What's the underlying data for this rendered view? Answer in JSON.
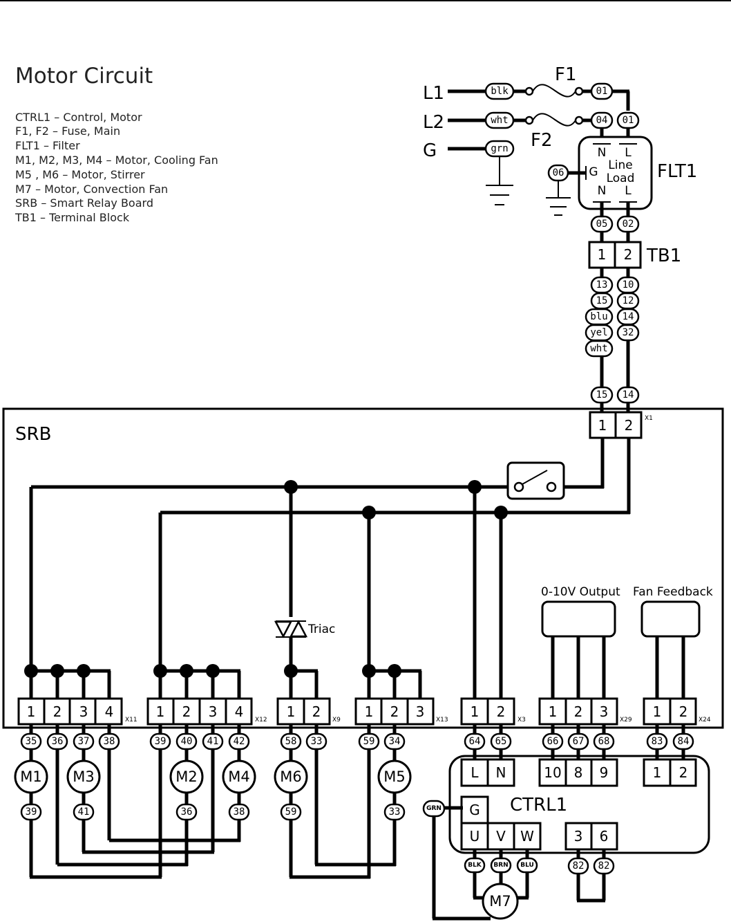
{
  "title": "Motor Circuit",
  "legend": [
    "CTRL1 – Control, Motor",
    "F1, F2 – Fuse, Main",
    "FLT1 – Filter",
    "M1, M2, M3, M4 – Motor, Cooling Fan",
    "M5 , M6 – Motor, Stirrer",
    "M7 – Motor, Convection Fan",
    "SRB – Smart Relay Board",
    "TB1 – Terminal Block"
  ],
  "supply": {
    "l1": "L1",
    "l2": "L2",
    "g": "G",
    "f1": "F1",
    "f2": "F2",
    "wire_l1": "blk",
    "wire_l2": "wht",
    "wire_g": "grn",
    "w01a": "01",
    "w04": "04",
    "w01b": "01"
  },
  "filter": {
    "name": "FLT1",
    "n_top": "N",
    "l_top": "L",
    "line": "Line",
    "load": "Load",
    "g": "G",
    "n_bot": "N",
    "l_bot": "L",
    "w06": "06",
    "w05": "05",
    "w02": "02"
  },
  "tb1": {
    "name": "TB1",
    "t1": "1",
    "t2": "2",
    "left_wires": [
      "13",
      "15",
      "blu",
      "yel",
      "wht"
    ],
    "right_wires": [
      "10",
      "12",
      "14",
      "32"
    ],
    "in1": "15",
    "in2": "14"
  },
  "srb": {
    "name": "SRB",
    "x1": {
      "label": "X1",
      "pins": [
        "1",
        "2"
      ]
    },
    "triac": "Triac",
    "out_0_10v": "0-10V Output",
    "fan_feedback": "Fan Feedback",
    "x11": {
      "label": "X11",
      "pins": [
        "1",
        "2",
        "3",
        "4"
      ],
      "wires": [
        "35",
        "36",
        "37",
        "38"
      ]
    },
    "x12": {
      "label": "X12",
      "pins": [
        "1",
        "2",
        "3",
        "4"
      ],
      "wires": [
        "39",
        "40",
        "41",
        "42"
      ]
    },
    "x9": {
      "label": "X9",
      "pins": [
        "1",
        "2"
      ],
      "wires": [
        "58",
        "33"
      ]
    },
    "x13": {
      "label": "X13",
      "pins": [
        "1",
        "2",
        "3"
      ],
      "wires": [
        "59",
        "34"
      ]
    },
    "x3": {
      "label": "X3",
      "pins": [
        "1",
        "2"
      ],
      "wires": [
        "64",
        "65"
      ]
    },
    "x29": {
      "label": "X29",
      "pins": [
        "1",
        "2",
        "3"
      ],
      "wires": [
        "66",
        "67",
        "68"
      ]
    },
    "x24": {
      "label": "X24",
      "pins": [
        "1",
        "2"
      ],
      "wires": [
        "83",
        "84"
      ]
    }
  },
  "motors": {
    "m1": "M1",
    "m3": "M3",
    "m2": "M2",
    "m4": "M4",
    "m6": "M6",
    "m5": "M5",
    "m7": "M7",
    "m1_out": "39",
    "m3_out": "41",
    "m2_out": "36",
    "m4_out": "38",
    "m6_out": "59",
    "m5_out": "33"
  },
  "ctrl1": {
    "name": "CTRL1",
    "l": "L",
    "n": "N",
    "p10": "10",
    "p8": "8",
    "p9": "9",
    "f1": "1",
    "f2": "2",
    "g": "G",
    "u": "U",
    "v": "V",
    "w": "W",
    "p3": "3",
    "p6": "6",
    "grn": "GRN",
    "blk": "BLK",
    "brn": "BRN",
    "blu": "BLU",
    "w82a": "82",
    "w82b": "82"
  }
}
